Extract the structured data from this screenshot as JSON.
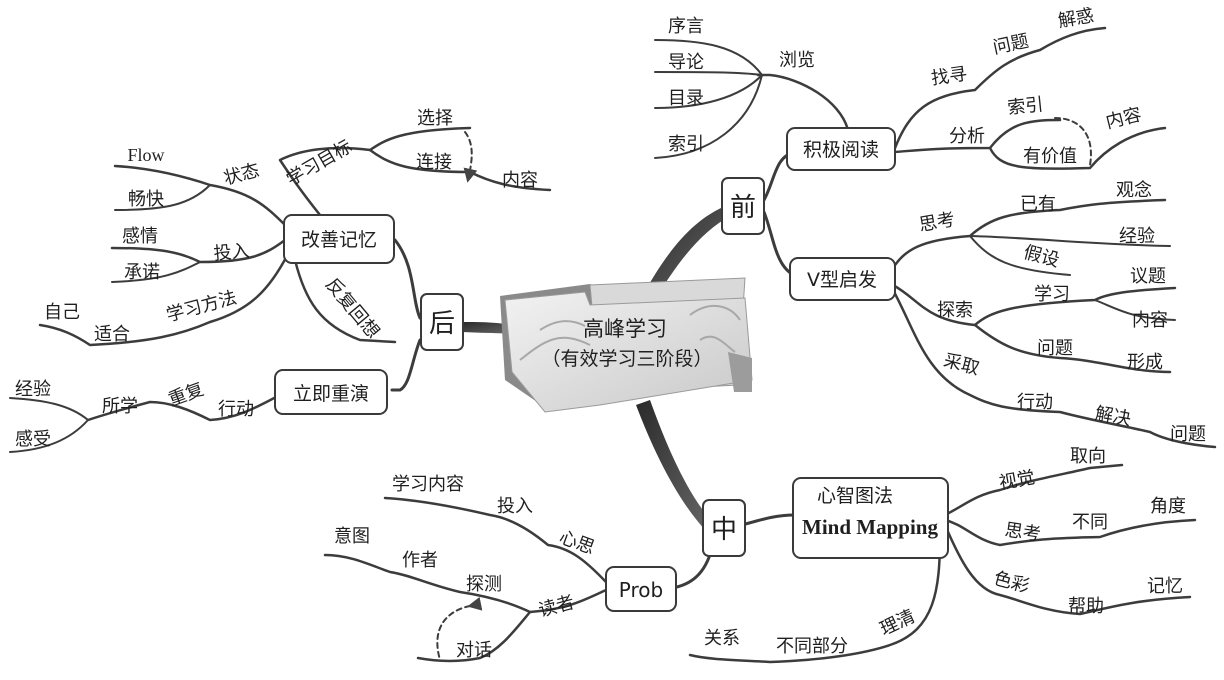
{
  "central": {
    "line1": "高峰学习",
    "line2": "（有效学习三阶段）"
  },
  "before": {
    "label": "前",
    "active_reading": {
      "label": "积极阅读",
      "browse": {
        "label": "浏览",
        "items": [
          "序言",
          "导论",
          "目录",
          "索引"
        ]
      },
      "find": {
        "label": "找寻",
        "question": "问题",
        "answer": "解惑"
      },
      "analyze": {
        "label": "分析",
        "index": "索引",
        "valuable": "有价值",
        "content": "内容"
      }
    },
    "v_model": {
      "label": "V型启发",
      "think": {
        "label": "思考",
        "existing": "已有",
        "concept": "观念",
        "experience": "经验",
        "hypothesis": "假设"
      },
      "explore": {
        "label": "探索",
        "learn": "学习",
        "topic": "议题",
        "content": "内容",
        "question": "问题",
        "form": "形成"
      },
      "take": {
        "label": "采取",
        "action": "行动",
        "solve": "解决",
        "problem": "问题"
      }
    }
  },
  "during": {
    "label": "中",
    "mind_mapping": {
      "title": "心智图法",
      "subtitle": "Mind Mapping",
      "visual": {
        "label": "视觉",
        "orientation": "取向"
      },
      "thinking": {
        "label": "思考",
        "different": "不同",
        "angle": "角度"
      },
      "color": {
        "label": "色彩",
        "help": "帮助",
        "memory": "记忆"
      },
      "clarify": {
        "label": "理清",
        "parts": "不同部分",
        "relation": "关系"
      }
    },
    "prob": {
      "label": "Prob",
      "mind": {
        "label": "心思",
        "invest": "投入",
        "content": "学习内容"
      },
      "reader": {
        "label": "读者",
        "probe": "探测",
        "author": "作者",
        "intent": "意图",
        "dialogue": "对话"
      }
    }
  },
  "after": {
    "label": "后",
    "improve_memory": {
      "label": "改善记忆",
      "goal": {
        "label": "学习目标",
        "select": "选择",
        "connect": "连接",
        "content": "内容"
      },
      "state": {
        "label": "状态",
        "flow": "Flow",
        "smooth": "畅快"
      },
      "invest": {
        "label": "投入",
        "emotion": "感情",
        "commit": "承诺"
      },
      "method": {
        "label": "学习方法",
        "fit": "适合",
        "self": "自己"
      },
      "review": "反复回想"
    },
    "rehearse": {
      "label": "立即重演",
      "action": {
        "label": "行动",
        "repeat": "重复",
        "learned": "所学",
        "experience": "经验",
        "feeling": "感受"
      }
    }
  }
}
